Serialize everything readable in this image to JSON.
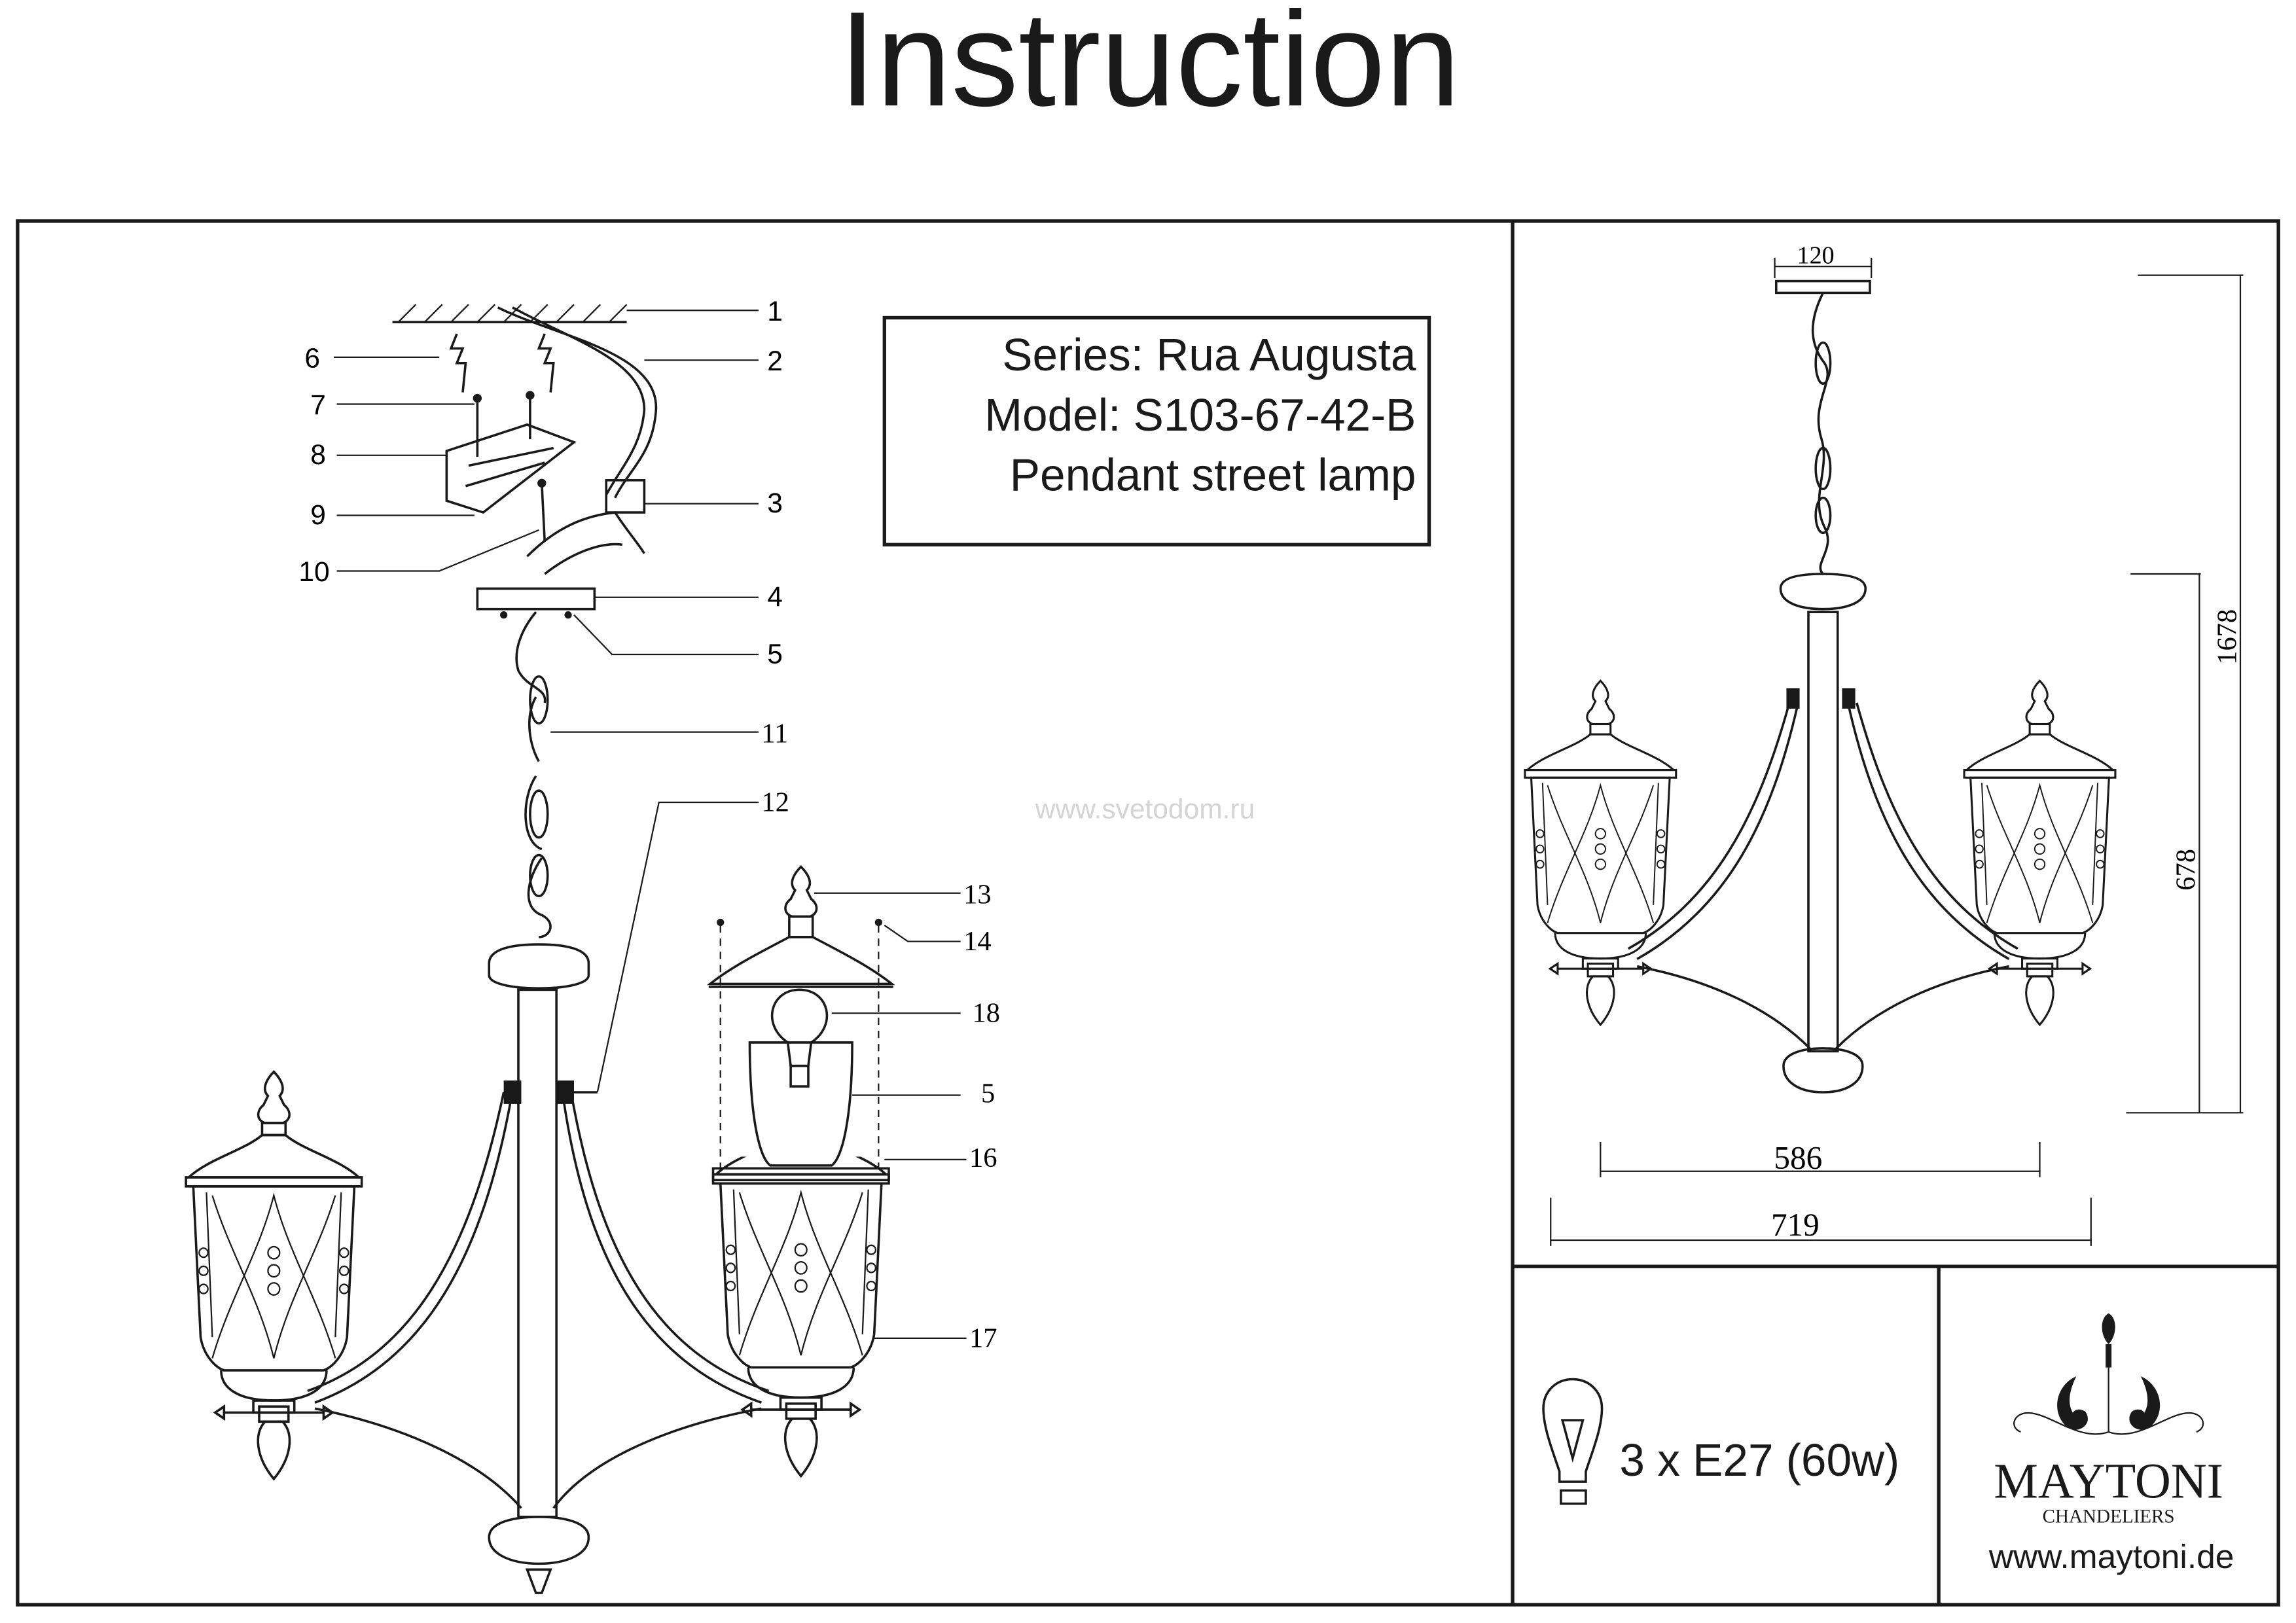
{
  "header": {
    "title": "Instruction"
  },
  "info_box": {
    "series": "Series: Rua Augusta",
    "model": "Model: S103-67-42-B",
    "type": "Pendant street lamp"
  },
  "watermark": "www.svetodom.ru",
  "part_labels": {
    "p1": "1",
    "p2": "2",
    "p3": "3",
    "p4": "4",
    "p5": "5",
    "p6": "6",
    "p7": "7",
    "p8": "8",
    "p9": "9",
    "p10": "10",
    "p11": "11",
    "p12": "12",
    "p13": "13",
    "p14": "14",
    "p18": "18",
    "p5b": "5",
    "p16": "16",
    "p17": "17"
  },
  "dimensions": {
    "canopy_width": "120",
    "total_height": "1678",
    "body_height": "678",
    "inner_width": "586",
    "total_width": "719"
  },
  "bulb_spec": {
    "icon": "light-bulb-icon",
    "text": "3 x E27 (60w)"
  },
  "brand": {
    "name": "MAYTONI",
    "subtitle": "CHANDELIERS",
    "website": "www.maytoni.de"
  }
}
